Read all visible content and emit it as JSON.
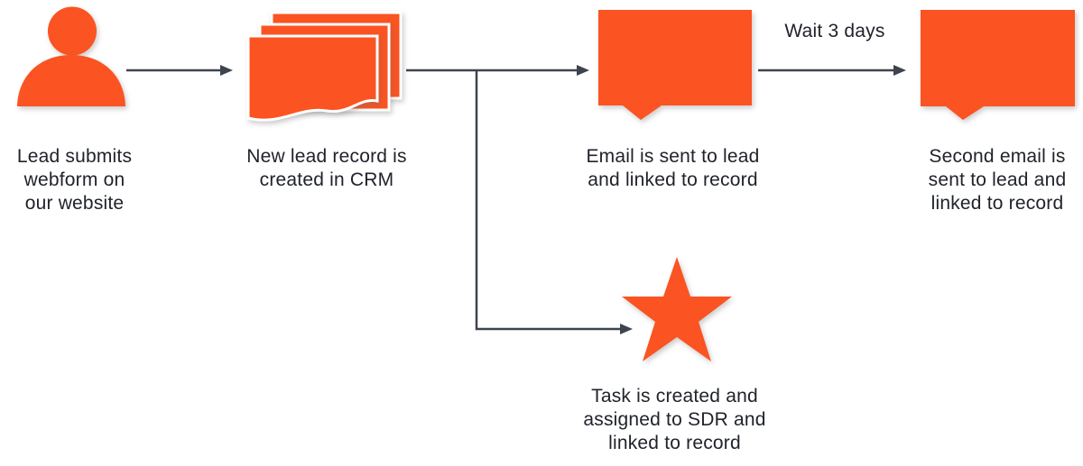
{
  "diagram": {
    "type": "flowchart",
    "nodes": [
      {
        "id": "lead",
        "icon": "person-icon",
        "label": "Lead submits\nwebform on\nour website"
      },
      {
        "id": "crm",
        "icon": "documents-stack-icon",
        "label": "New lead record is\ncreated in CRM"
      },
      {
        "id": "email1",
        "icon": "speech-bubble-icon",
        "label": "Email is sent to lead\nand linked to record"
      },
      {
        "id": "email2",
        "icon": "speech-bubble-icon",
        "label": "Second email is\nsent to lead and\nlinked to record"
      },
      {
        "id": "task",
        "icon": "star-icon",
        "label": "Task is created and\nassigned to SDR and\nlinked to record"
      }
    ],
    "edges": [
      {
        "from": "lead",
        "to": "crm",
        "label": ""
      },
      {
        "from": "crm",
        "to": "email1",
        "label": ""
      },
      {
        "from": "email1",
        "to": "email2",
        "label": "Wait 3 days"
      },
      {
        "from": "crm",
        "to": "task",
        "label": ""
      }
    ]
  },
  "colors": {
    "accent": "#FB5322",
    "connector": "#3E444D",
    "text": "#20232A",
    "background": "#FFFFFF"
  }
}
